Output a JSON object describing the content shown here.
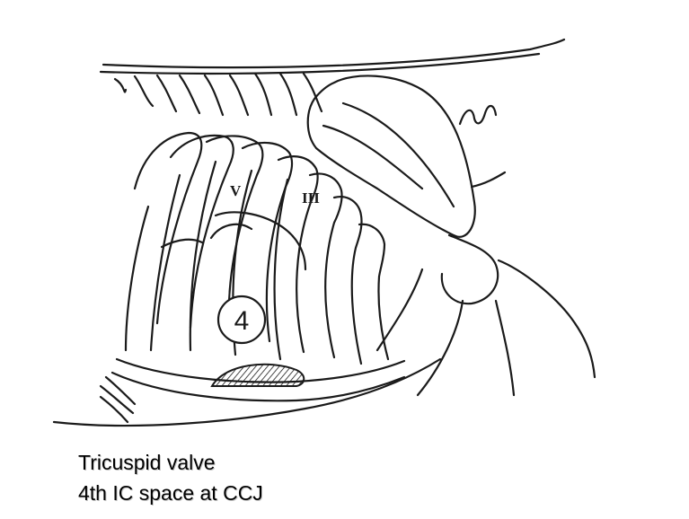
{
  "figure": {
    "rib_labels": {
      "fifth": "V",
      "third": "III"
    },
    "marker_number": "4"
  },
  "caption": {
    "line1": "Tricuspid valve",
    "line2": "4th IC space at CCJ"
  },
  "colors": {
    "ink": "#1a1a1a",
    "background": "#ffffff",
    "caption_text": "#000000"
  }
}
